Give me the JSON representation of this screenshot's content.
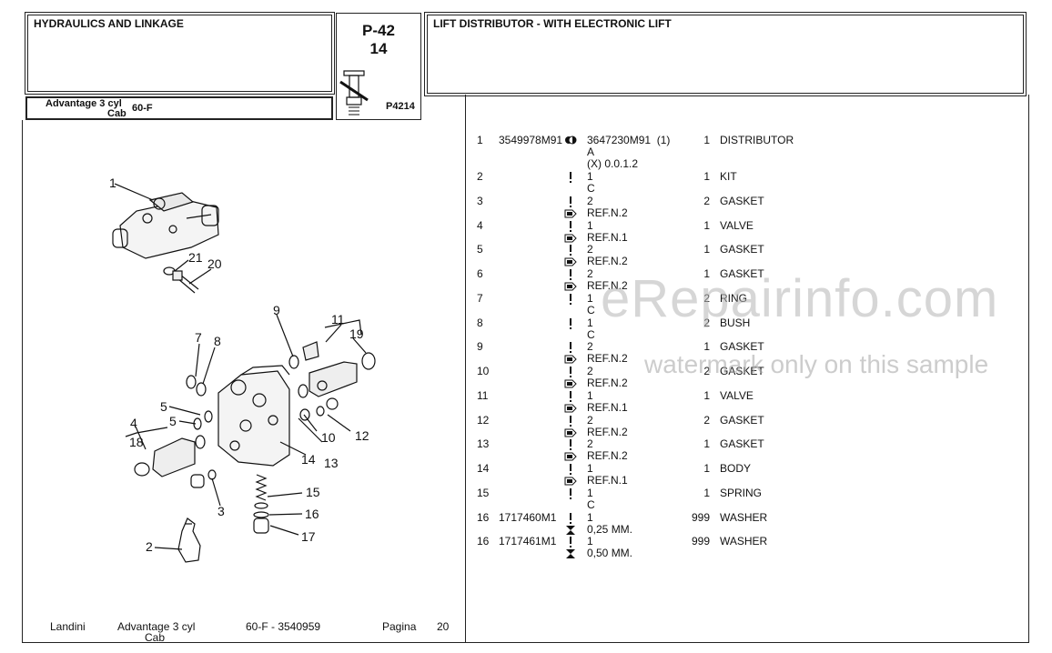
{
  "header": {
    "section": "HYDRAULICS AND LINKAGE",
    "page_code": "P-42",
    "page_sub": "14",
    "ref_code": "P4214",
    "model_name": "Advantage 3 cyl",
    "model_sub": "Cab",
    "model_code": "60-F",
    "title": "LIFT DISTRIBUTOR - WITH ELECTRONIC LIFT"
  },
  "diagram_labels": [
    "1",
    "21",
    "20",
    "9",
    "11",
    "19",
    "7",
    "8",
    "5",
    "5",
    "4",
    "18",
    "3",
    "2",
    "14",
    "13",
    "10",
    "12",
    "15",
    "16",
    "17"
  ],
  "parts": [
    {
      "item": "1",
      "part": "3549978M91",
      "sym": "reversible-icon",
      "detail": "3647230M91  (1)\nA\n(X) 0.0.1.2",
      "qty": "1",
      "desc": "DISTRIBUTOR"
    },
    {
      "item": "2",
      "part": "",
      "sym": "exclaim-icon",
      "detail": "1\nC",
      "qty": "1",
      "desc": "KIT"
    },
    {
      "item": "3",
      "part": "",
      "sym": "exclaim-arrow-icon",
      "detail": "2\nREF.N.2",
      "qty": "2",
      "desc": "GASKET"
    },
    {
      "item": "4",
      "part": "",
      "sym": "exclaim-arrow-icon",
      "detail": "1\nREF.N.1",
      "qty": "1",
      "desc": "VALVE"
    },
    {
      "item": "5",
      "part": "",
      "sym": "exclaim-arrow-icon",
      "detail": "2\nREF.N.2",
      "qty": "1",
      "desc": "GASKET"
    },
    {
      "item": "6",
      "part": "",
      "sym": "exclaim-arrow-icon",
      "detail": "2\nREF.N.2",
      "qty": "1",
      "desc": "GASKET"
    },
    {
      "item": "7",
      "part": "",
      "sym": "exclaim-icon",
      "detail": "1\nC",
      "qty": "2",
      "desc": "RING"
    },
    {
      "item": "8",
      "part": "",
      "sym": "exclaim-icon",
      "detail": "1\nC",
      "qty": "2",
      "desc": "BUSH"
    },
    {
      "item": "9",
      "part": "",
      "sym": "exclaim-arrow-icon",
      "detail": "2\nREF.N.2",
      "qty": "1",
      "desc": "GASKET"
    },
    {
      "item": "10",
      "part": "",
      "sym": "exclaim-arrow-icon",
      "detail": "2\nREF.N.2",
      "qty": "2",
      "desc": "GASKET"
    },
    {
      "item": "11",
      "part": "",
      "sym": "exclaim-arrow-icon",
      "detail": "1\nREF.N.1",
      "qty": "1",
      "desc": "VALVE"
    },
    {
      "item": "12",
      "part": "",
      "sym": "exclaim-arrow-icon",
      "detail": "2\nREF.N.2",
      "qty": "2",
      "desc": "GASKET"
    },
    {
      "item": "13",
      "part": "",
      "sym": "exclaim-arrow-icon",
      "detail": "2\nREF.N.2",
      "qty": "1",
      "desc": "GASKET"
    },
    {
      "item": "14",
      "part": "",
      "sym": "exclaim-arrow-icon",
      "detail": "1\nREF.N.1",
      "qty": "1",
      "desc": "BODY"
    },
    {
      "item": "15",
      "part": "",
      "sym": "exclaim-icon",
      "detail": "1\nC",
      "qty": "1",
      "desc": "SPRING"
    },
    {
      "item": "16",
      "part": "1717460M1",
      "sym": "exclaim-hourglass-icon",
      "detail": "1\n0,25 MM.",
      "qty": "999",
      "desc": "WASHER"
    },
    {
      "item": "16",
      "part": "1717461M1",
      "sym": "exclaim-hourglass-icon",
      "detail": "1\n0,50 MM.",
      "qty": "999",
      "desc": "WASHER"
    }
  ],
  "footer": {
    "brand": "Landini",
    "model": "Advantage 3 cyl",
    "model_sub": "Cab",
    "code": "60-F - 3540959",
    "page_label": "Pagina",
    "page_num": "20"
  },
  "watermark": {
    "main": "eRepairinfo.com",
    "sub": "watermark only on this sample"
  }
}
